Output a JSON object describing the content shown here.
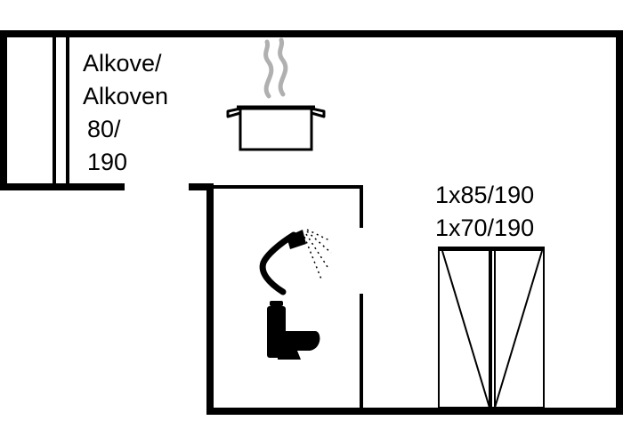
{
  "floorplan": {
    "alcove": {
      "line1": "Alkove/",
      "line2": "Alkoven",
      "line3": "80/",
      "line4": "190"
    },
    "bedroom": {
      "line1": "1x85/190",
      "line2": "1x70/190"
    },
    "icons": [
      "cooking-pot-icon",
      "shower-icon",
      "toilet-icon",
      "bed-icon"
    ],
    "colors": {
      "wall": "#000000",
      "steam": "#b0b0b0",
      "background": "#ffffff"
    }
  }
}
